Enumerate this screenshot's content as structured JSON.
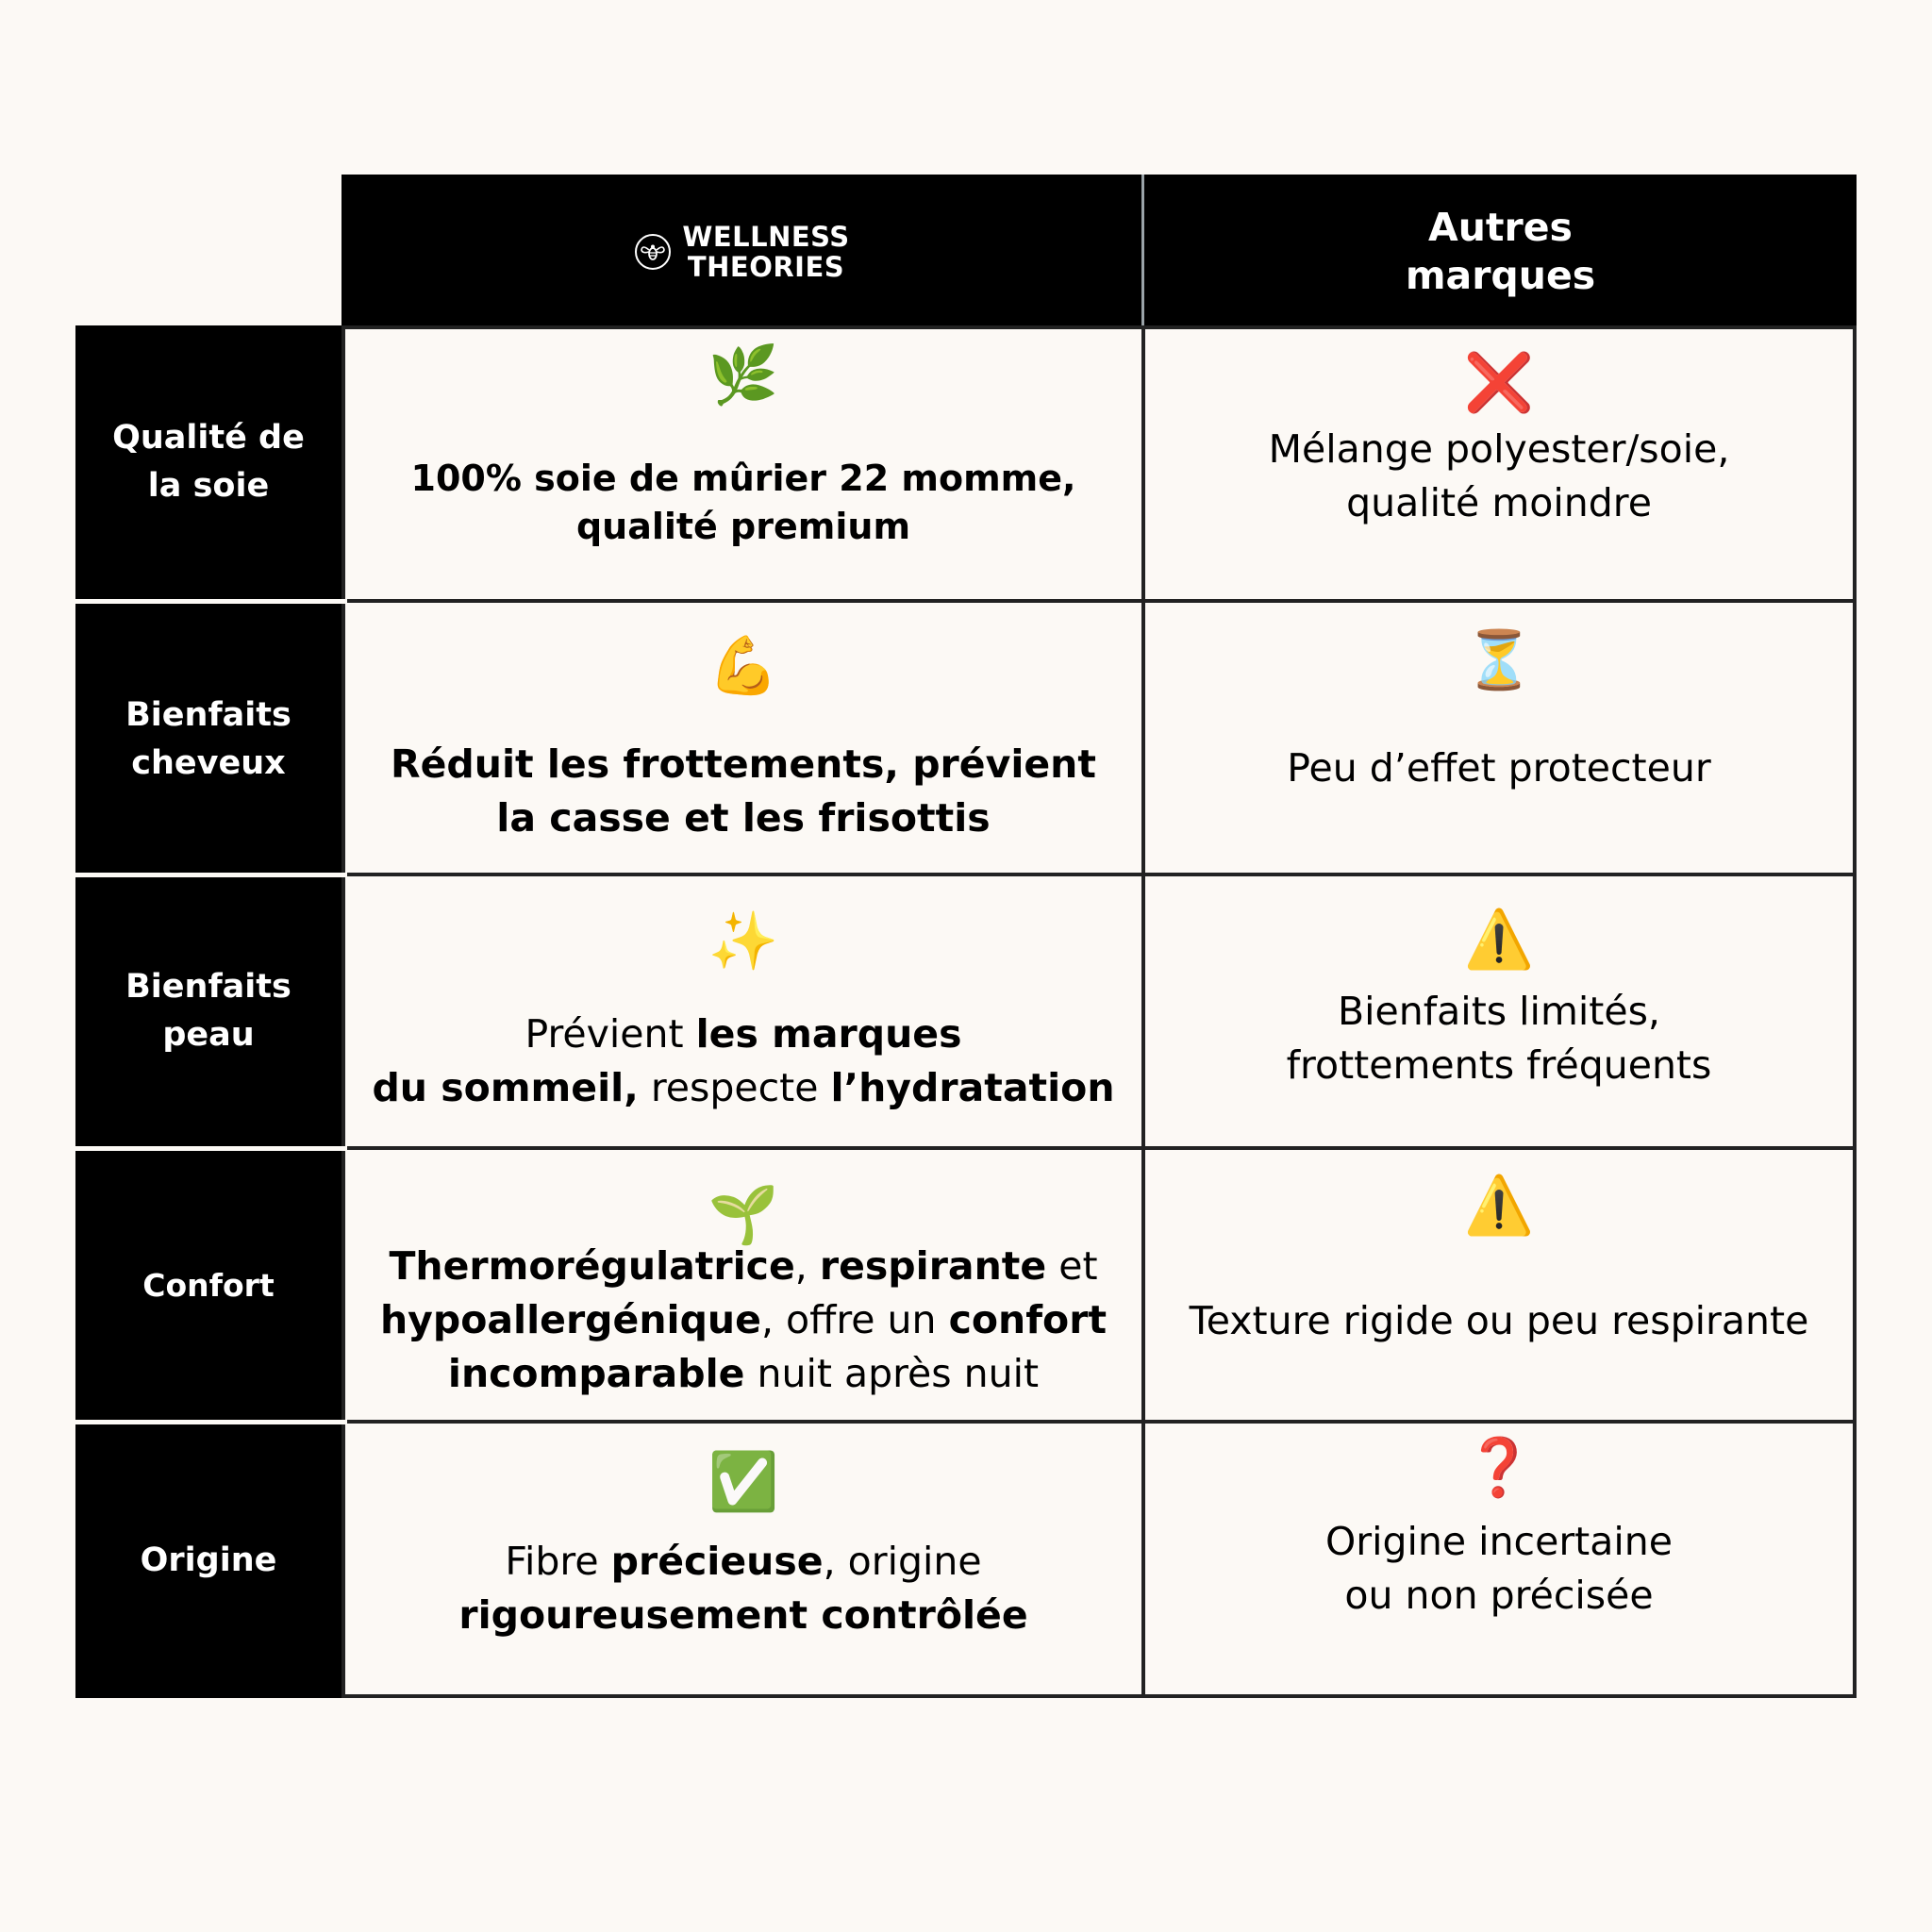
{
  "header": {
    "brand_line1": "WELLNESS",
    "brand_line2": "THEORIES",
    "autres_line1": "Autres",
    "autres_line2": "marques"
  },
  "rows": [
    {
      "label_line1": "Qualité de",
      "label_line2": "la soie",
      "wellness_icon": "🌿",
      "wellness_line1_bold": "100% soie de mûrier 22 momme,",
      "wellness_line2_bold": "qualité premium",
      "other_icon": "❌",
      "other_line1": "Mélange polyester/soie,",
      "other_line2": "qualité moindre"
    },
    {
      "label_line1": "Bienfaits",
      "label_line2": "cheveux",
      "wellness_icon": "💪",
      "wellness_line1_bold": "Réduit les frottements, prévient",
      "wellness_line2_bold": "la casse et les frisottis",
      "other_icon": "⏳",
      "other_line1": "Peu d’effet protecteur"
    },
    {
      "label_line1": "Bienfaits",
      "label_line2": "peau",
      "wellness_icon": "✨",
      "wellness_l1_a": "Prévient ",
      "wellness_l1_b": "les marques",
      "wellness_l2_a": "du sommeil,",
      "wellness_l2_b": " respecte ",
      "wellness_l2_c": "l’hydratation",
      "other_icon": "⚠️",
      "other_line1": "Bienfaits limités,",
      "other_line2": "frottements fréquents"
    },
    {
      "label_line1": "Confort",
      "wellness_icon": "🌱",
      "wellness_l1_a": "Thermorégulatrice",
      "wellness_l1_b": ", ",
      "wellness_l1_c": "respirante",
      "wellness_l1_d": " et",
      "wellness_l2_a": "hypoallergénique",
      "wellness_l2_b": ", offre un ",
      "wellness_l2_c": "confort",
      "wellness_l3_a": "incomparable",
      "wellness_l3_b": " nuit après nuit",
      "other_icon": "⚠️",
      "other_line1": "Texture rigide ou peu respirante"
    },
    {
      "label_line1": "Origine",
      "wellness_icon": "✅",
      "wellness_l1_a": "Fibre ",
      "wellness_l1_b": "précieuse",
      "wellness_l1_c": ", origine",
      "wellness_l2_a": "rigoureusement contrôlée",
      "other_icon": "❓",
      "other_line1": "Origine incertaine",
      "other_line2": "ou non précisée"
    }
  ]
}
